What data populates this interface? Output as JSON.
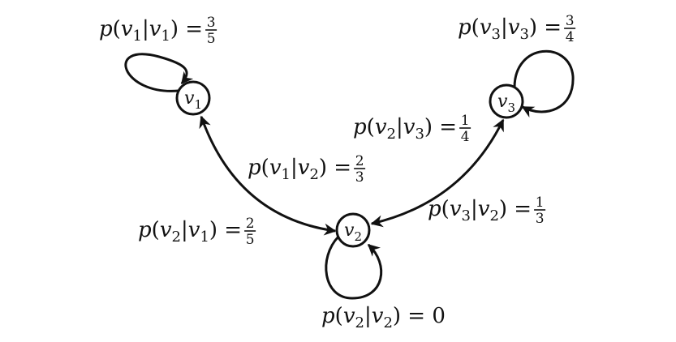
{
  "nodes": [
    {
      "id": "v1",
      "base": "v",
      "sub": "1"
    },
    {
      "id": "v2",
      "base": "v",
      "sub": "2"
    },
    {
      "id": "v3",
      "base": "v",
      "sub": "3"
    }
  ],
  "edges": [
    {
      "id": "v1-v1",
      "from": "v1",
      "to": "v1",
      "kind": "self-loop"
    },
    {
      "id": "v2-v2",
      "from": "v2",
      "to": "v2",
      "kind": "self-loop"
    },
    {
      "id": "v3-v3",
      "from": "v3",
      "to": "v3",
      "kind": "self-loop"
    },
    {
      "id": "v1-v2",
      "between": [
        "v1",
        "v2"
      ],
      "kind": "bidirectional"
    },
    {
      "id": "v2-v3",
      "between": [
        "v2",
        "v3"
      ],
      "kind": "bidirectional"
    }
  ],
  "labels": [
    {
      "id": "p-v1-v1",
      "a": "1",
      "b": "1",
      "value": {
        "num": "3",
        "den": "5"
      }
    },
    {
      "id": "p-v3-v3",
      "a": "3",
      "b": "3",
      "value": {
        "num": "3",
        "den": "4"
      }
    },
    {
      "id": "p-v2-v3",
      "a": "2",
      "b": "3",
      "value": {
        "num": "1",
        "den": "4"
      }
    },
    {
      "id": "p-v1-v2",
      "a": "1",
      "b": "2",
      "value": {
        "num": "2",
        "den": "3"
      }
    },
    {
      "id": "p-v2-v1",
      "a": "2",
      "b": "1",
      "value": {
        "num": "2",
        "den": "5"
      }
    },
    {
      "id": "p-v3-v2",
      "a": "3",
      "b": "2",
      "value": {
        "num": "1",
        "den": "3"
      }
    },
    {
      "id": "p-v2-v2",
      "a": "2",
      "b": "2",
      "value": {
        "text": "0"
      }
    }
  ]
}
